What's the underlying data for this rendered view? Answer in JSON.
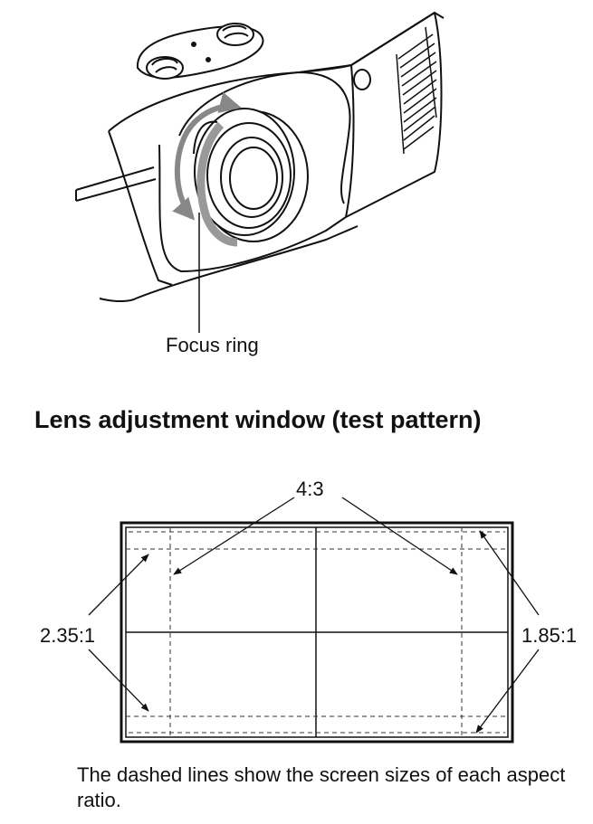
{
  "projector_figure": {
    "focus_ring_label": "Focus ring"
  },
  "test_pattern": {
    "heading": "Lens adjustment window (test pattern)",
    "ratios": {
      "four_three": "4:3",
      "two_thirty_five": "2.35:1",
      "one_eighty_five": "1.85:1"
    },
    "caption": "The dashed lines show the screen sizes of each aspect ratio."
  }
}
